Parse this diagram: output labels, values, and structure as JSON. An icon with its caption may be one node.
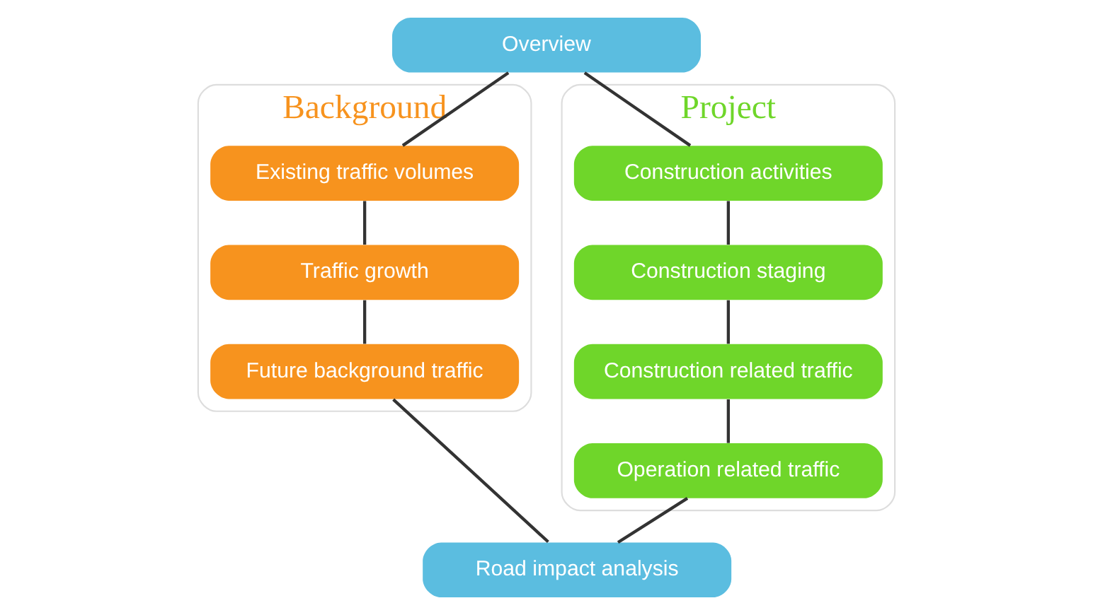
{
  "diagram": {
    "nodes": [
      {
        "text": [
          "Overview"
        ]
      },
      {
        "text": [
          "Background"
        ]
      },
      {
        "text": [
          "Existing traffic volumes"
        ],
        "in": 1
      },
      {
        "text": [
          "Traffic growth"
        ],
        "in": 1
      },
      {
        "text": [
          "Future background traffic"
        ],
        "in": 1
      },
      {
        "text": [
          "Project"
        ]
      },
      {
        "text": [
          "Construction activities"
        ],
        "in": 5
      },
      {
        "text": [
          "Construction staging"
        ],
        "in": 5
      },
      {
        "text": [
          "Construction related traffic"
        ],
        "in": 5
      },
      {
        "text": [
          "Operation related traffic"
        ],
        "in": 5
      },
      {
        "text": [
          "Road impact analysis"
        ]
      }
    ],
    "edges": [
      {
        "from": 0,
        "to": 2,
        "arrow": "none"
      },
      {
        "from": 0,
        "to": 6,
        "arrow": "none"
      },
      {
        "from": 2,
        "to": 3,
        "arrow": "none"
      },
      {
        "from": 3,
        "to": 4,
        "arrow": "none"
      },
      {
        "from": 6,
        "to": 7,
        "arrow": "none"
      },
      {
        "from": 7,
        "to": 8,
        "arrow": "none"
      },
      {
        "from": 8,
        "to": 9,
        "arrow": "none"
      },
      {
        "from": 4,
        "to": 10,
        "arrow": "none"
      },
      {
        "from": 9,
        "to": 10,
        "arrow": "none"
      }
    ]
  }
}
